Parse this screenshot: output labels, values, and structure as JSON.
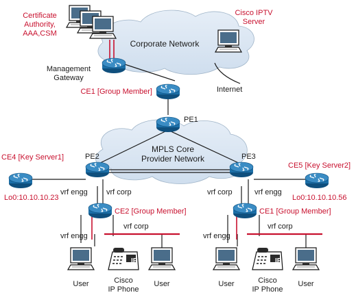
{
  "labels": {
    "cert_authority": [
      "Certificate",
      "Authority,",
      "AAA,CSM"
    ],
    "corporate_network": "Corporate Network",
    "cisco_iptv": [
      "Cisco IPTV",
      "Server"
    ],
    "management_gateway": [
      "Management",
      "Gateway"
    ],
    "internet": "Internet",
    "ce1_top": "CE1 [Group Member]",
    "pe1": "PE1",
    "mpls_core": [
      "MPLS Core",
      "Provider Network"
    ],
    "pe2": "PE2",
    "pe3": "PE3",
    "ce4": "CE4 [Key Server1]",
    "ce5": "CE5 [Key Server2]",
    "ce4_loopback": "Lo0:10.10.10.23",
    "ce5_loopback": "Lo0:10.10.10.56",
    "vrf_engg_left": "vrf engg",
    "vrf_corp_left": "vrf corp",
    "vrf_corp_right": "vrf corp",
    "vrf_engg_right": "vrf engg",
    "ce2": "CE2 [Group Member]",
    "ce1_bottom": "CE1 [Group Member]",
    "vrf_corp_lan_left": "vrf corp",
    "vrf_engg_lan_left": "vrf engg",
    "vrf_corp_lan_right": "vrf corp",
    "vrf_engg_lan_right": "vrf engg",
    "user": "User",
    "cisco_ip_phone": [
      "Cisco",
      "IP Phone"
    ],
    "phone_badge": "IP"
  },
  "colors": {
    "red_label": "#c8102e",
    "cloud": "#dbe7f3",
    "router_body": "#1b6fa8",
    "router_top": "#3a8cc4"
  }
}
